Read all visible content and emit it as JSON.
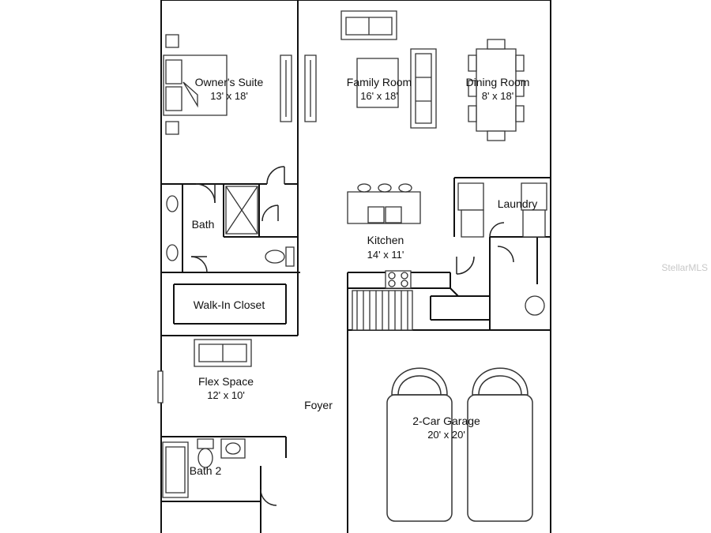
{
  "rooms": {
    "owners_suite": {
      "name": "Owner's Suite",
      "dim": "13' x 18'"
    },
    "family_room": {
      "name": "Family Room",
      "dim": "16' x 18'"
    },
    "dining_room": {
      "name": "Dining Room",
      "dim": "8' x 18'"
    },
    "bath": {
      "name": "Bath"
    },
    "laundry": {
      "name": "Laundry"
    },
    "kitchen": {
      "name": "Kitchen",
      "dim": "14' x 11'"
    },
    "walk_in_closet": {
      "name": "Walk-In Closet"
    },
    "flex_space": {
      "name": "Flex Space",
      "dim": "12' x 10'"
    },
    "foyer": {
      "name": "Foyer"
    },
    "garage": {
      "name": "2-Car Garage",
      "dim": "20' x 20'"
    },
    "bath2": {
      "name": "Bath 2"
    }
  },
  "watermark": "StellarMLS",
  "colors": {
    "line": "#222222",
    "wall": "#111111",
    "background": "#ffffff"
  }
}
